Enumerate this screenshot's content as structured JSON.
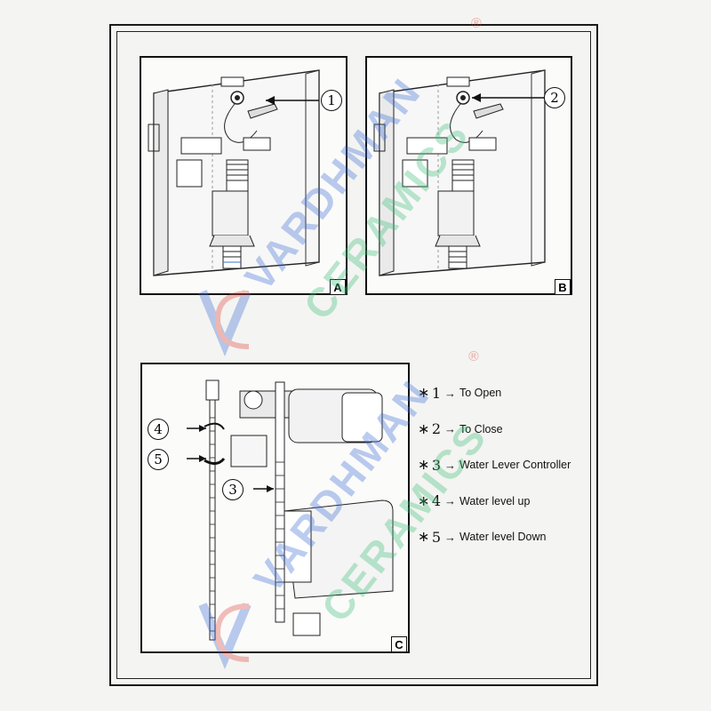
{
  "panels": {
    "a": {
      "tag": "A",
      "callout": "1"
    },
    "b": {
      "tag": "B",
      "callout": "2"
    },
    "c": {
      "tag": "C",
      "callouts": [
        "3",
        "4",
        "5"
      ]
    }
  },
  "legend": [
    {
      "mark": "∗",
      "num": "1",
      "arrow": "→",
      "label": "To Open"
    },
    {
      "mark": "∗",
      "num": "2",
      "arrow": "→",
      "label": "To Close"
    },
    {
      "mark": "∗",
      "num": "3",
      "arrow": "→",
      "label": "Water Lever Controller"
    },
    {
      "mark": "∗",
      "num": "4",
      "arrow": "→",
      "label": "Water level up"
    },
    {
      "mark": "∗",
      "num": "5",
      "arrow": "→",
      "label": "Water level Down"
    }
  ],
  "watermark": {
    "line1": "VARDHMAN",
    "line2": "CERAMICS",
    "reg": "®",
    "color_blue": "#3f6fd6",
    "color_green": "#3fbf7a",
    "color_red": "#e0483c"
  }
}
